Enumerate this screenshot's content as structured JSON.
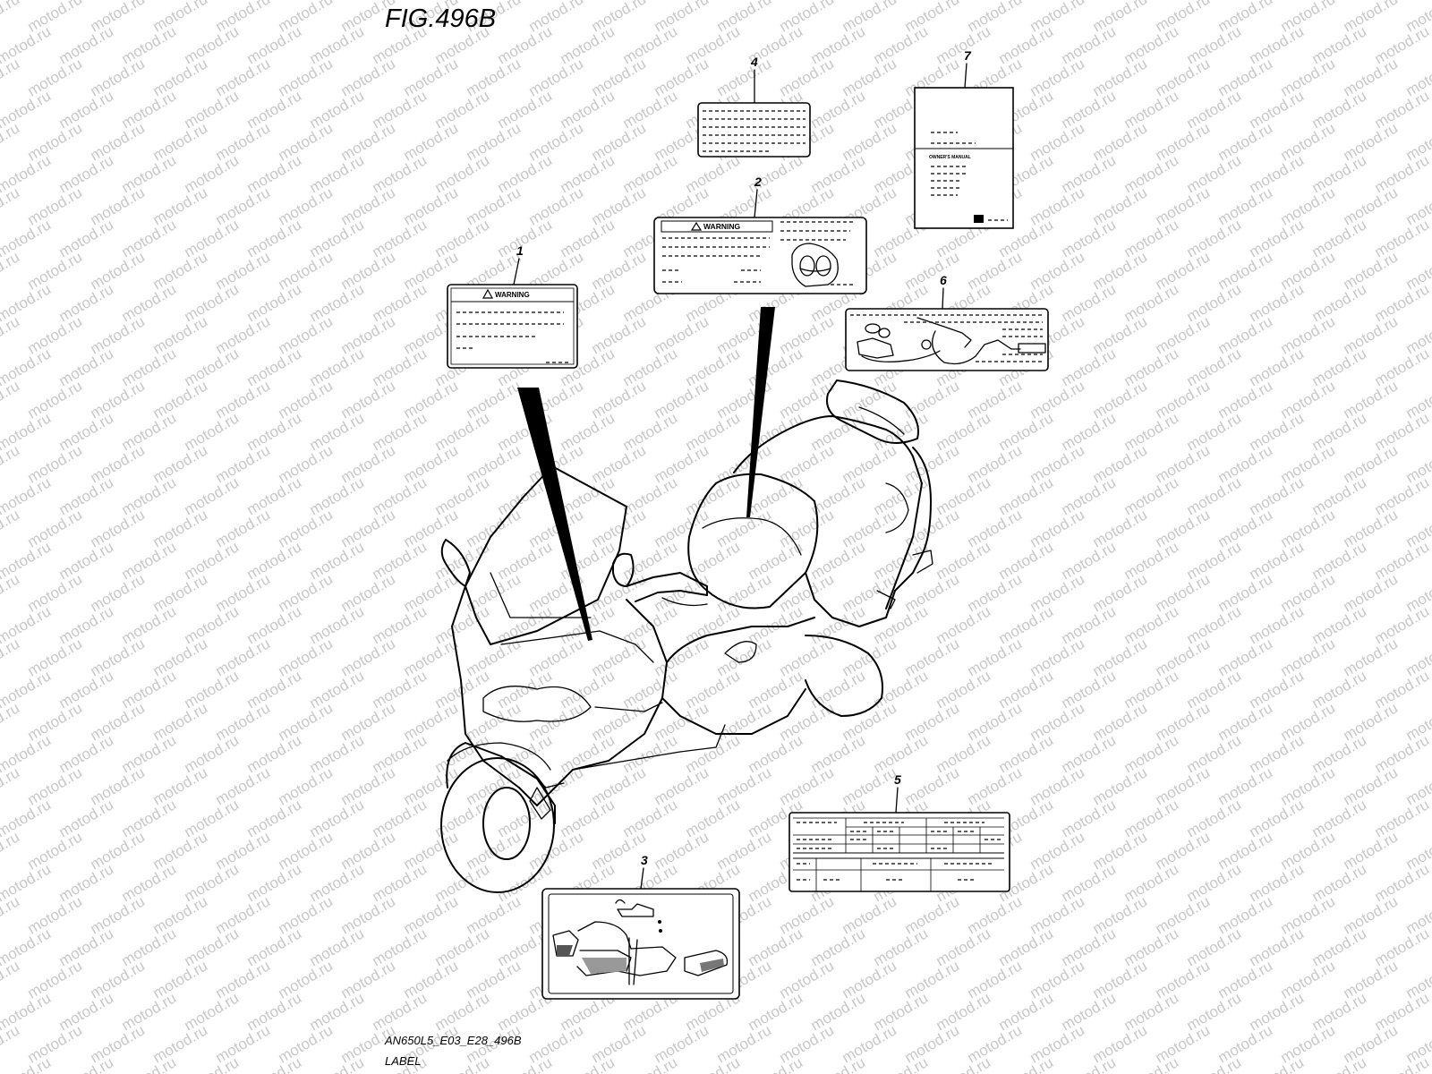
{
  "figure": {
    "title": "FIG.496B",
    "model_code": "AN650L5_E03_E28_496B",
    "section_name": "LABEL"
  },
  "watermark": {
    "text": "motod.ru",
    "color": "#c8c8c8"
  },
  "callouts": [
    {
      "number": "1",
      "warning_heading": "WARNING"
    },
    {
      "number": "2",
      "warning_heading": "WARNING"
    },
    {
      "number": "3"
    },
    {
      "number": "4"
    },
    {
      "number": "5"
    },
    {
      "number": "6"
    },
    {
      "number": "7",
      "cover_text": "OWNER'S MANUAL"
    }
  ],
  "icons": {
    "warning_triangle": "warning-triangle-icon",
    "oil_can": "oil-can-icon"
  }
}
